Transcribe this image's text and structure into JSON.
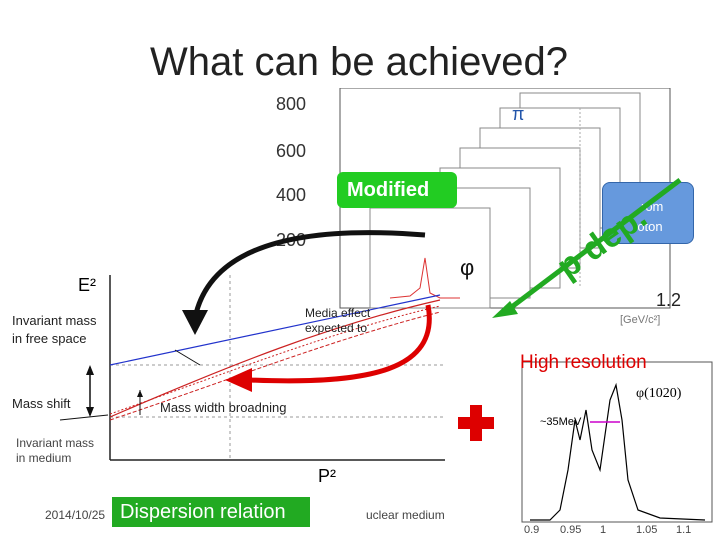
{
  "slide": {
    "title": "What can be achieved?",
    "footer_date": "2014/10/25",
    "footer_text": "uclear medium"
  },
  "stack_plot": {
    "y_ticks": [
      "800",
      "600",
      "400",
      "200"
    ],
    "x_tick_right": "1.2",
    "x_unit": "[GeV/c²]",
    "corner_label": "π",
    "phi_label": "φ",
    "note_partial": "Media effect expected to",
    "modified_label": "Modified",
    "bubble_line1": "rom",
    "bubble_line2": "roton",
    "rotated_text": "p dep."
  },
  "dispersion_plot": {
    "y_axis_label": "E²",
    "x_axis_label": "P²",
    "label_free": "Invariant mass in free space",
    "label_mass_shift": "Mass shift",
    "label_broadening": "Mass width broadning",
    "label_medium": "Invariant mass in medium",
    "button_label": "Dispersion relation"
  },
  "resolution_plot": {
    "caption": "High resolution",
    "peak_label": "φ(1020)",
    "width_label": "~35MeV",
    "x_ticks": [
      "0.9",
      "0.95",
      "1",
      "1.05",
      "1.1"
    ],
    "colors": {
      "hist": "#000000",
      "width_arrow": "#cc00cc"
    }
  },
  "colors": {
    "green": "#22aa22",
    "red": "#dd0000",
    "blue": "#6699dd",
    "black": "#111111"
  }
}
